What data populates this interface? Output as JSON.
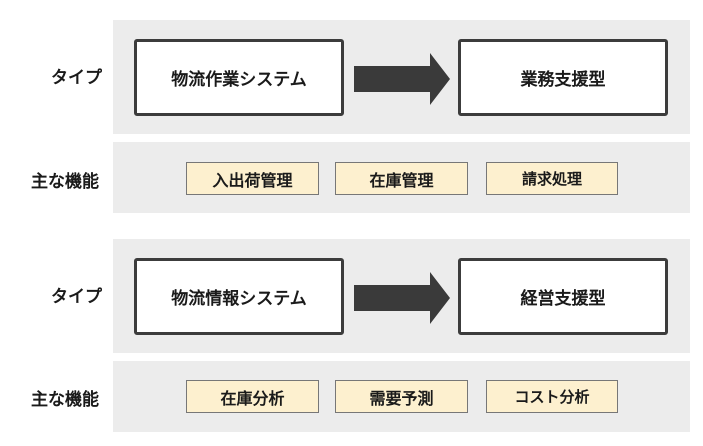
{
  "blocks": [
    {
      "type_label": "タイプ",
      "from_system": "物流作業システム",
      "to_type": "業務支援型",
      "functions_label": "主な機能",
      "functions": [
        "入出荷管理",
        "在庫管理",
        "請求処理"
      ]
    },
    {
      "type_label": "タイプ",
      "from_system": "物流情報システム",
      "to_type": "経営支援型",
      "functions_label": "主な機能",
      "functions": [
        "在庫分析",
        "需要予測",
        "コスト分析"
      ]
    }
  ],
  "colors": {
    "band_bg": "#ececec",
    "box_border": "#3c3c3c",
    "arrow_fill": "#3a3a3a",
    "function_bg": "#fdf0cf"
  }
}
